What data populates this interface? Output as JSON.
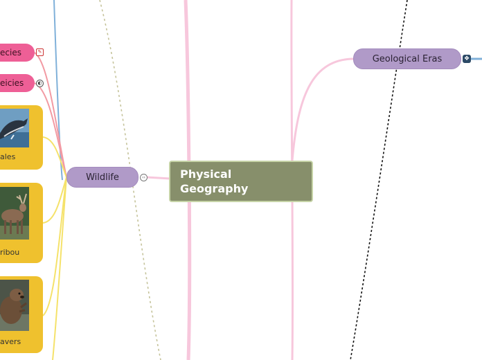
{
  "central": {
    "title": "Physical Geography"
  },
  "nodes": {
    "geological_eras": "Geological Eras",
    "wildlife": "Wildlife",
    "species_1": "ecies",
    "species_2": "eicies"
  },
  "cards": [
    {
      "caption": "ales",
      "image": "whale"
    },
    {
      "caption": "ribou",
      "image": "caribou"
    },
    {
      "caption": "avers",
      "image": "beaver"
    }
  ],
  "icons": {
    "species_1_icon": "note-icon",
    "species_2_icon": "globe-icon",
    "wildlife_toggle": "collapse-toggle-icon",
    "geo_icon": "link-icon"
  },
  "colors": {
    "central_fill": "#878f6b",
    "topic_fill": "#b09ac8",
    "species_fill": "#ee5f96",
    "card_fill": "#efc12e",
    "connector_pink": "#f7c7dc",
    "connector_yellow": "#f5e26a",
    "connector_blue": "#7fb0d9"
  }
}
